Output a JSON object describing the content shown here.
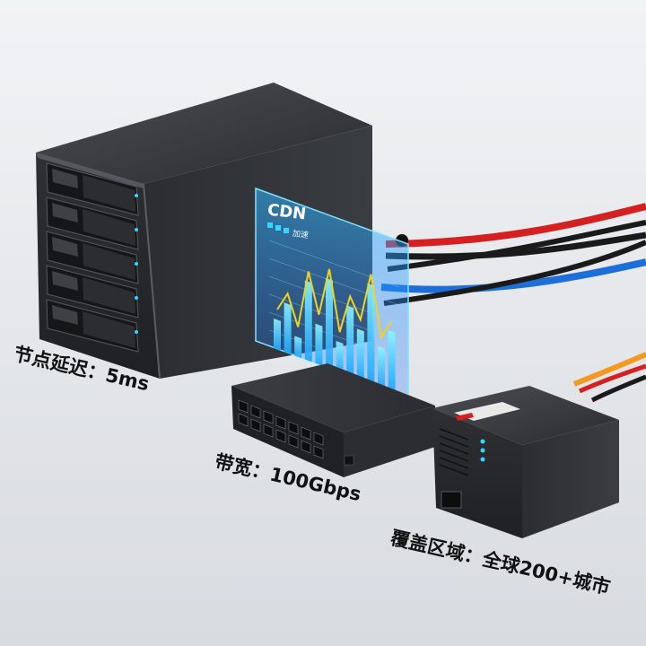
{
  "labels": {
    "latency": "节点延迟：5ms",
    "bandwidth": "带宽：100Gbps",
    "coverage": "覆盖区域：全球200+城市"
  },
  "hologram": {
    "title": "CDN",
    "subtitle": "加速"
  },
  "chart_data": {
    "type": "bar",
    "values": [
      3,
      5,
      2,
      8,
      4,
      9,
      3,
      7,
      5,
      10,
      4,
      6
    ]
  },
  "colors": {
    "cable_red": "#d42020",
    "cable_blue": "#1c6fd8",
    "cable_black": "#1a1a1a",
    "cable_orange": "#f29a1e",
    "holo_cyan": "#35d6ff",
    "holo_line": "#f2d21a"
  }
}
